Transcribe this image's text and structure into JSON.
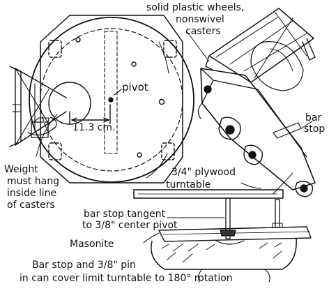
{
  "labels": {
    "wheels": [
      "solid plastic wheels,",
      "nonswivel",
      "casters"
    ],
    "pivot": "pivot",
    "distance": "11.3 cm.",
    "bar_stop": [
      "bar",
      "stop"
    ],
    "weight": [
      "Weight",
      "must hang",
      "inside line",
      "of casters"
    ],
    "plywood": [
      "3/4\" plywood",
      "turntable"
    ],
    "bar_stop_tangent": [
      "bar stop tangent",
      "to 3/8\" center pivot"
    ],
    "masonite": "Masonite",
    "caption": [
      "Bar stop and 3/8\" pin",
      "in can cover limit turntable to 180° rotation"
    ]
  },
  "colors": {
    "ink": "#111111",
    "paper": "#ffffff"
  }
}
